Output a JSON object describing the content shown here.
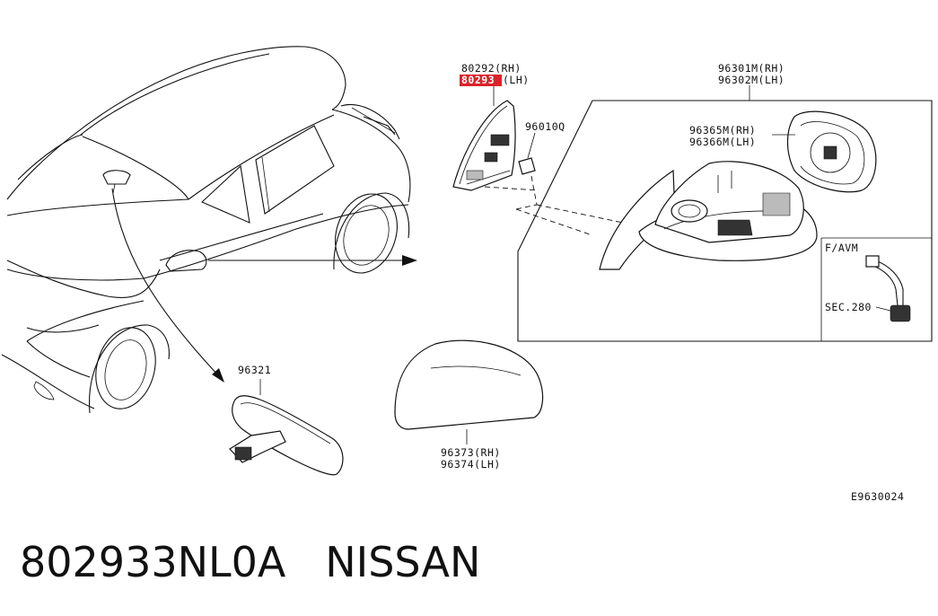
{
  "labels": {
    "rh_finisher": "80292(RH)",
    "lh_finisher_number": "80293",
    "lh_finisher_suffix": "(LH)",
    "clip": "96010Q",
    "mirror_assy_rh": "96301M(RH)",
    "mirror_assy_lh": "96302M(LH)",
    "glass_rh": "96365M(RH)",
    "glass_lh": "96366M(LH)",
    "inset_title": "F/AVM",
    "inset_ref": "SEC.280",
    "inner_mirror": "96321",
    "cover_rh": "96373(RH)",
    "cover_lh": "96374(LH)",
    "diagram_code": "E9630024"
  },
  "footer": {
    "part_number": "802933NL0A",
    "brand": "NISSAN"
  },
  "colors": {
    "highlight": "#d8232a",
    "ink": "#111111"
  }
}
